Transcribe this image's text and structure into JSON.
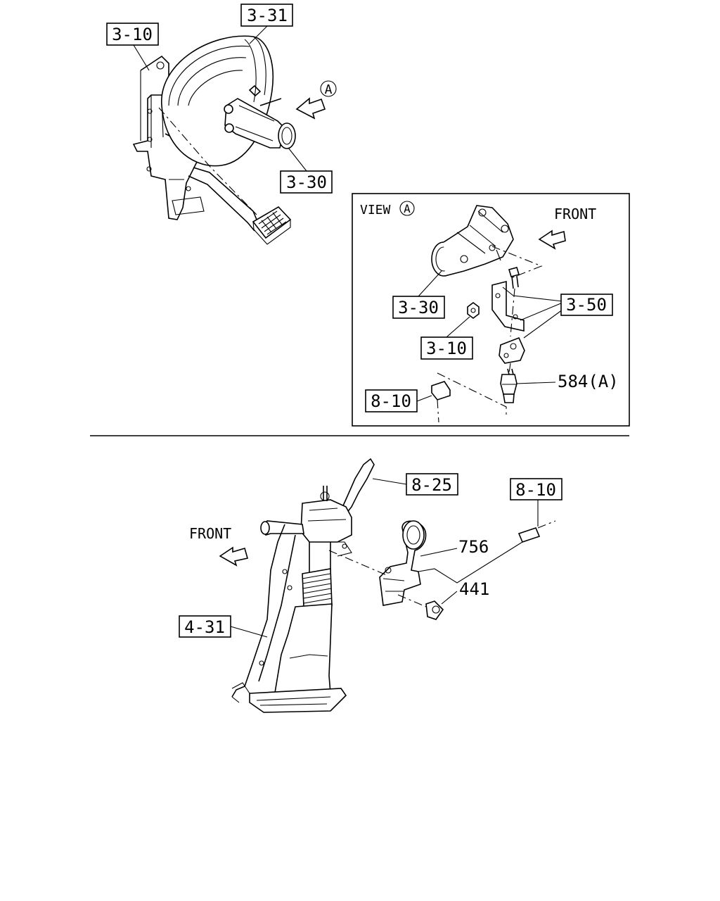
{
  "labels": {
    "top_bracket": "3-10",
    "booster": "3-31",
    "master_cyl": "3-30",
    "view_title": "VIEW",
    "view_letter": "A",
    "arrow_circle": "A",
    "view_front": "FRONT",
    "view_master_cyl": "3-30",
    "view_pipe": "3-50",
    "view_nut": "3-10",
    "view_switch": "584(A)",
    "view_harness": "8-10",
    "lever": "8-25",
    "harness_lower": "8-10",
    "bracket_lower": "756",
    "bolt_lower": "441",
    "lower_front": "FRONT",
    "column": "4-31"
  }
}
